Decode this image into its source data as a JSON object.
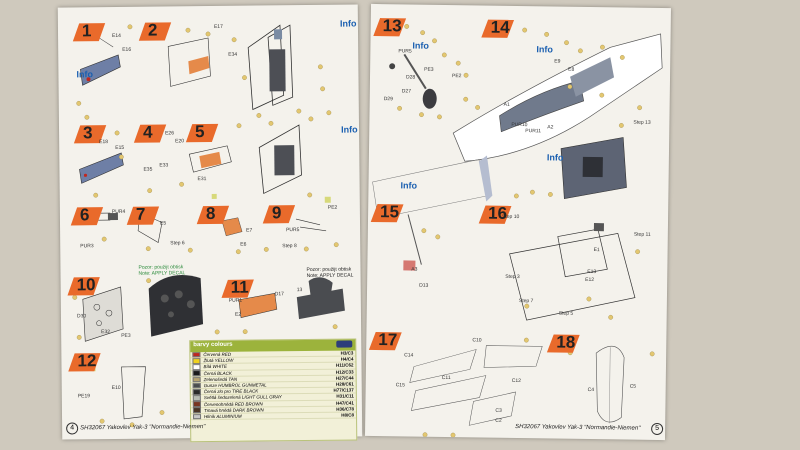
{
  "left": {
    "steps": [
      "1",
      "2",
      "3",
      "4",
      "5",
      "6",
      "7",
      "8",
      "9",
      "10",
      "11",
      "12"
    ],
    "info_label": "Info",
    "labels": {
      "e14": "E14",
      "e16": "E16",
      "e17": "E17",
      "e34": "E34",
      "e18": "E18",
      "e26": "E26",
      "e20": "E20",
      "e31": "E31",
      "e15": "E15",
      "e33": "E33",
      "e35": "E35",
      "pur4": "PUR4",
      "pur3": "PUR3",
      "e5": "E5",
      "e7": "E7",
      "step6": "Step 6",
      "e6": "E6",
      "pe2": "PE2",
      "pur5": "PUR5",
      "step8": "Step 8",
      "pur1": "PUR1",
      "d17": "D17",
      "e2": "E2",
      "e32": "E32",
      "pe3": "PE3",
      "d30": "D30",
      "pe19": "PE19",
      "e10": "E10",
      "num13": "13"
    },
    "note_green": [
      "Pozor: použijt obtisk",
      "Note: APPLY DECAL"
    ],
    "note_black": [
      "Pozor: použijt obtisk",
      "Note: APPLY DECAL"
    ],
    "colours": {
      "header": "barvy colours",
      "rows": [
        {
          "name": "Červená RED",
          "code": "H3/C3",
          "color": "#c0271f"
        },
        {
          "name": "Žlutá YELLOW",
          "code": "H4/C4",
          "color": "#f0d21e"
        },
        {
          "name": "Bílá WHITE",
          "code": "H11/C62",
          "color": "#ffffff"
        },
        {
          "name": "Černá BLACK",
          "code": "H12/C33",
          "color": "#1a1a1a"
        },
        {
          "name": "Zelenošedá TAN",
          "code": "H27/C44",
          "color": "#b7a36e"
        },
        {
          "name": "Gunze HUMBROL GUNMETAL",
          "code": "H28/C61",
          "color": "#4a4c4d"
        },
        {
          "name": "Černá zlo pro TIRE BLACK",
          "code": "H77/C137",
          "color": "#2a2a2a"
        },
        {
          "name": "Světlá šedozelená LIGHT GULL GRAY",
          "code": "H31/C11",
          "color": "#b8bcb4"
        },
        {
          "name": "Červenohnědá RED BROWN",
          "code": "H47/C41",
          "color": "#7a3622"
        },
        {
          "name": "Tmavá hnědá DARK BROWN",
          "code": "H36/C78",
          "color": "#4b3525"
        },
        {
          "name": "Hliník ALUMINIUM",
          "code": "H8/C8",
          "color": "#c8c8c8"
        }
      ]
    },
    "page_number": "4",
    "footer": "SH32067 Yakovlev Yak-3 \"Normandie-Niemen\""
  },
  "right": {
    "steps": [
      "13",
      "14",
      "15",
      "16",
      "17",
      "18"
    ],
    "info_label": "Info",
    "labels": {
      "pur5": "PUR5",
      "pe2": "PE2",
      "d28": "D28",
      "d27": "D27",
      "d29": "D29",
      "pe3": "PE3",
      "e9": "E9",
      "e8": "E8",
      "a1": "A1",
      "a2": "A2",
      "pur10": "PUR10",
      "pur11": "PUR11",
      "step13": "Step 13",
      "step10": "Step 10",
      "step11": "Step 11",
      "step3": "Step 3",
      "step7": "Step 7",
      "step5": "Step 5",
      "e13": "E13",
      "e12": "E12",
      "a3": "A3",
      "d13": "D13",
      "c10": "C10",
      "c14": "C14",
      "c15": "C15",
      "c11": "C11",
      "c12": "C12",
      "c2": "C2",
      "c3": "C3",
      "c4": "C4",
      "c5": "C5",
      "e1": "E1"
    },
    "page_number": "5",
    "footer": "SH32067 Yakovlev Yak-3 \"Normandie-Niemen\""
  }
}
